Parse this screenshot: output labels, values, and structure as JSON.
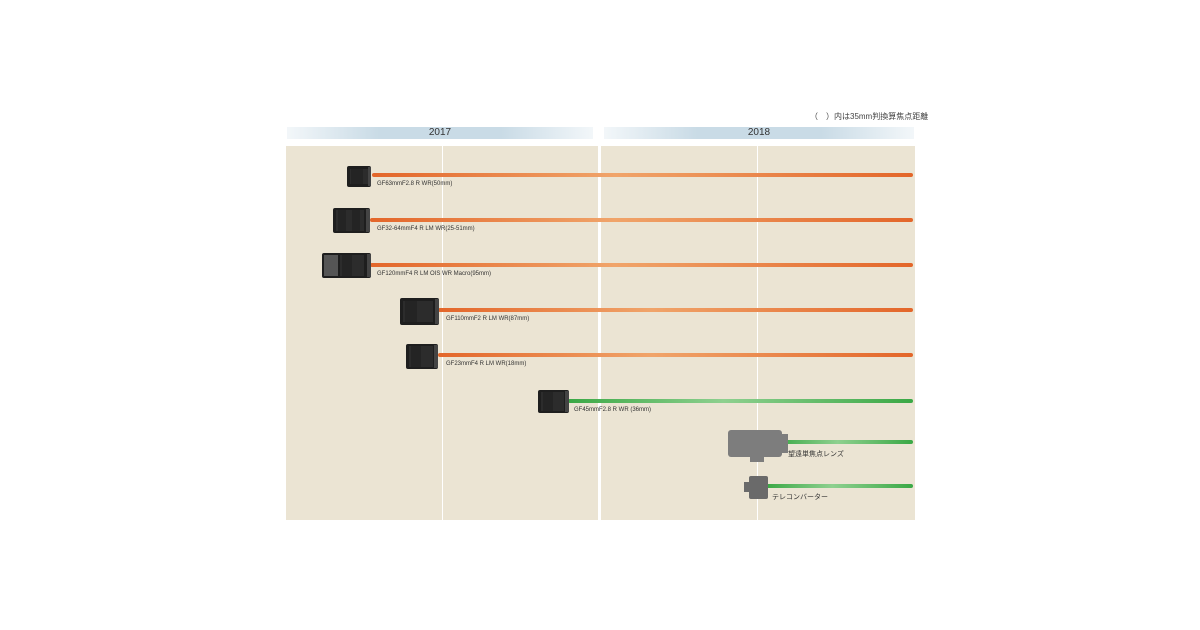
{
  "note": "（　）内は35mm判換算焦点距離",
  "years": [
    {
      "label": "2017"
    },
    {
      "label": "2018"
    }
  ],
  "lenses": [
    {
      "name": "GF63mmF2.8 R WR(50mm)",
      "status": "released",
      "icon": "lens-icon"
    },
    {
      "name": "GF32-64mmF4 R LM WR(25-51mm)",
      "status": "released",
      "icon": "lens-icon"
    },
    {
      "name": "GF120mmF4 R LM OIS WR Macro(95mm)",
      "status": "released",
      "icon": "lens-icon"
    },
    {
      "name": "GF110mmF2 R LM WR(87mm)",
      "status": "released",
      "icon": "lens-icon"
    },
    {
      "name": "GF23mmF4 R LM WR(18mm)",
      "status": "released",
      "icon": "lens-icon"
    },
    {
      "name": "GF45mmF2.8 R WR (36mm)",
      "status": "upcoming",
      "icon": "lens-icon"
    },
    {
      "name": "望遠単焦点レンズ",
      "status": "planned",
      "icon": "telephoto-lens-silhouette-icon"
    },
    {
      "name": "テレコンバーター",
      "status": "planned",
      "icon": "teleconverter-silhouette-icon"
    }
  ],
  "colors": {
    "released": "#e3662a",
    "upcoming": "#3aa845",
    "chart_background": "#ebe4d3",
    "year_bar": "#c9dbe6"
  }
}
